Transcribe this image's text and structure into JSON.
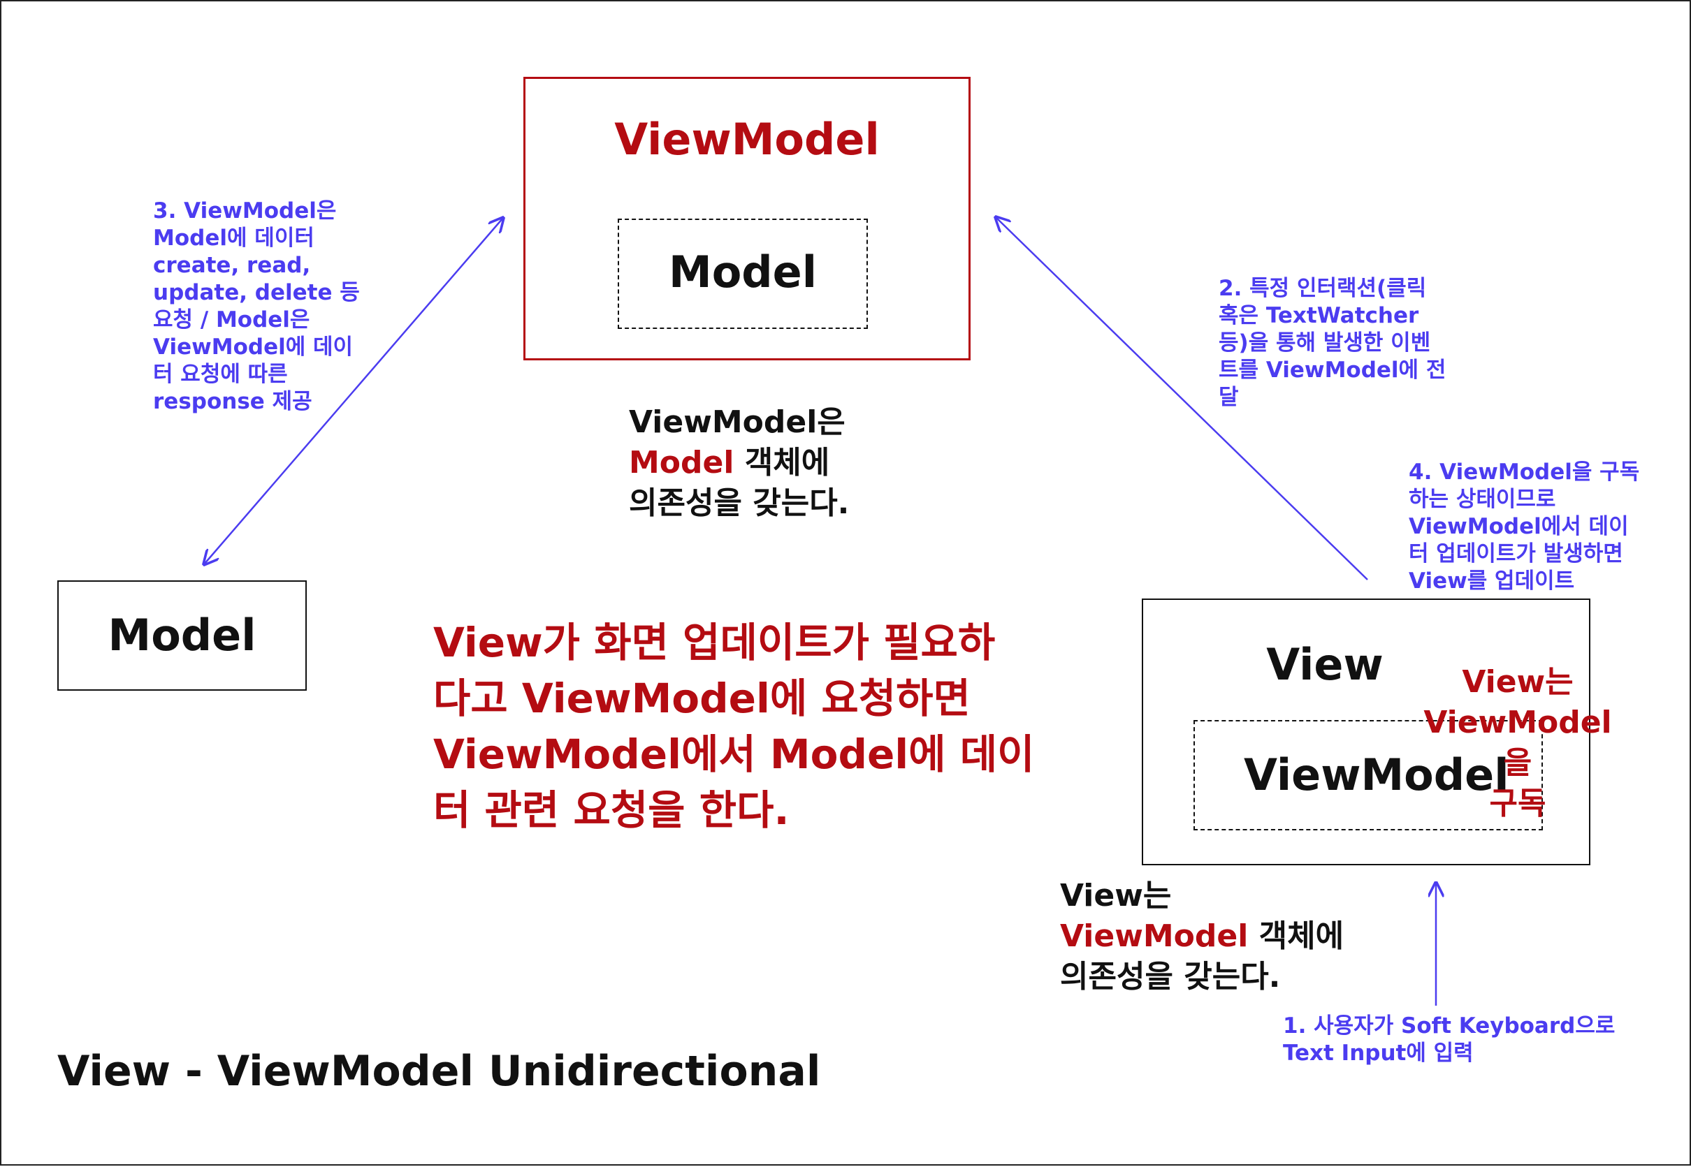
{
  "colors": {
    "red": "#b40c12",
    "blue": "#4b3cf0",
    "black": "#111111",
    "background": "#ffffff"
  },
  "viewmodel_node": {
    "title": "ViewModel",
    "inner": "Model",
    "note_line1": "ViewModel은",
    "note_red": "Model",
    "note_rest": " 객체에",
    "note_line3": "의존성을 갖는다."
  },
  "model_node": {
    "title": "Model"
  },
  "view_node": {
    "title": "View",
    "inner": "ViewModel",
    "subscribe_note": "View는\nViewModel을\n구독",
    "note_line1": "View는",
    "note_red": "ViewModel",
    "note_rest": " 객체에",
    "note_line3": "의존성을 갖는다."
  },
  "center_message": "View가 화면 업데이트가 필요하\n다고 ViewModel에 요청하면\nViewModel에서 Model에 데이\n터 관련 요청을 한다.",
  "steps": {
    "step1": "1. 사용자가 Soft Keyboard으로\nText Input에 입력",
    "step2": "2. 특정 인터랙션(클릭\n혹은 TextWatcher\n등)을 통해 발생한 이벤\n트를 ViewModel에 전\n달",
    "step3": "3. ViewModel은\nModel에 데이터\ncreate, read,\nupdate,  delete 등\n요청 / Model은\nViewModel에 데이\n터 요청에 따른\nresponse 제공",
    "step4": "4. ViewModel을 구독\n하는 상태이므로\nViewModel에서 데이\n터 업데이트가 발생하면\nView를 업데이트"
  },
  "caption": "View - ViewModel Unidirectional"
}
